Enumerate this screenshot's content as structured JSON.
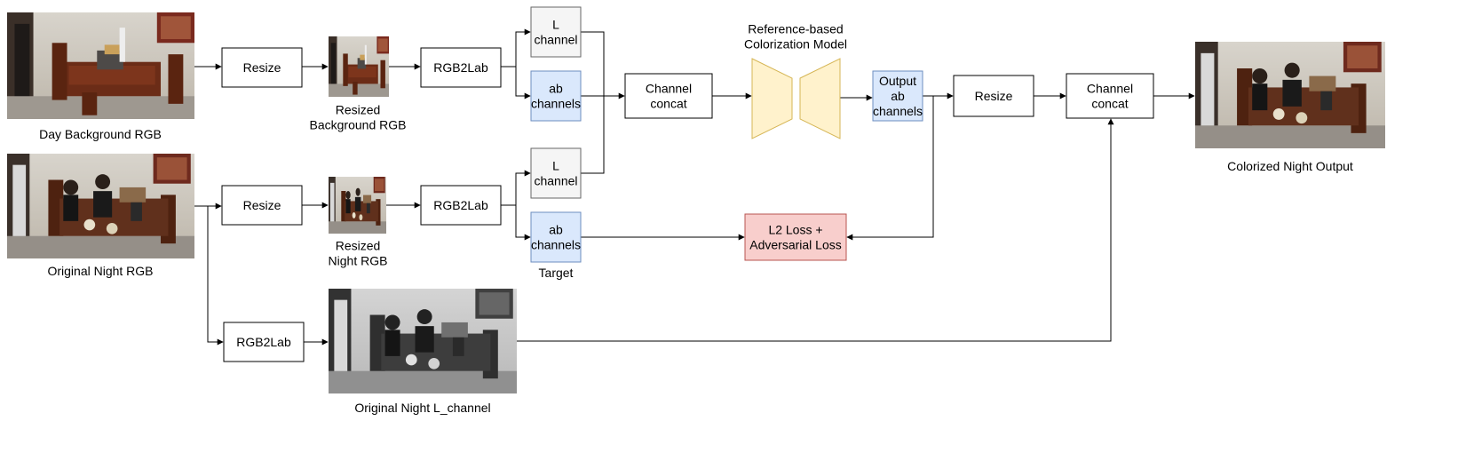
{
  "colors": {
    "box_border": "#000000",
    "gray_fill": "#f5f5f5",
    "gray_border": "#666666",
    "blue_fill": "#dae8fc",
    "blue_border": "#6c8ebf",
    "red_fill": "#f8cecc",
    "red_border": "#b85450",
    "yellow_fill": "#fff2cc",
    "yellow_border": "#d6b656"
  },
  "images": {
    "day_bg": {
      "caption": "Day Background RGB",
      "style": "color",
      "scene": "day-room-photo"
    },
    "resized_bg": {
      "caption": "Resized\nBackground RGB",
      "style": "color",
      "scene": "day-room-photo"
    },
    "night_orig": {
      "caption": "Original Night RGB",
      "style": "color",
      "scene": "night-room-photo"
    },
    "resized_night": {
      "caption": "Resized\nNight RGB",
      "style": "color",
      "scene": "night-room-photo"
    },
    "night_l": {
      "caption": "Original Night L_channel",
      "style": "gray",
      "scene": "night-room-photo"
    },
    "output": {
      "caption": "Colorized Night Output",
      "style": "color",
      "scene": "night-room-photo"
    }
  },
  "nodes": {
    "resize_top": "Resize",
    "rgb2lab_top": "RGB2Lab",
    "l_top": "L\nchannel",
    "ab_top": "ab\nchannels",
    "concat1": "Channel\nconcat",
    "model_title": "Reference-based\nColorization Model",
    "output_ab": "Output\nab\nchannels",
    "resize_out": "Resize",
    "concat2": "Channel\nconcat",
    "resize_mid": "Resize",
    "rgb2lab_mid": "RGB2Lab",
    "l_mid": "L\nchannel",
    "ab_mid": "ab\nchannels",
    "target_label": "Target",
    "loss": "L2 Loss +\nAdversarial Loss",
    "rgb2lab_bottom": "RGB2Lab"
  }
}
